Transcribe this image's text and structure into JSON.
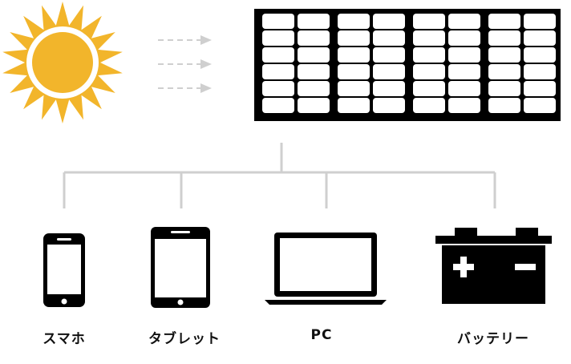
{
  "colors": {
    "sun_rays": "#f2b52b",
    "sun_ring": "#ffffff",
    "sun_core": "#f2b52b",
    "arrows": "#cfcfcf",
    "panel": "#000000",
    "cell": "#ffffff",
    "connector": "#cfcfcf",
    "device": "#000000",
    "label": "#111111"
  },
  "icons": {
    "sun": "sun-icon",
    "solar_panel": "solar-panel-icon",
    "smartphone": "smartphone-icon",
    "tablet": "tablet-icon",
    "laptop": "laptop-icon",
    "battery": "battery-icon"
  },
  "devices": [
    {
      "id": "smartphone",
      "label": "スマホ"
    },
    {
      "id": "tablet",
      "label": "タブレット"
    },
    {
      "id": "pc",
      "label": "PC"
    },
    {
      "id": "battery",
      "label": "バッテリー"
    }
  ]
}
